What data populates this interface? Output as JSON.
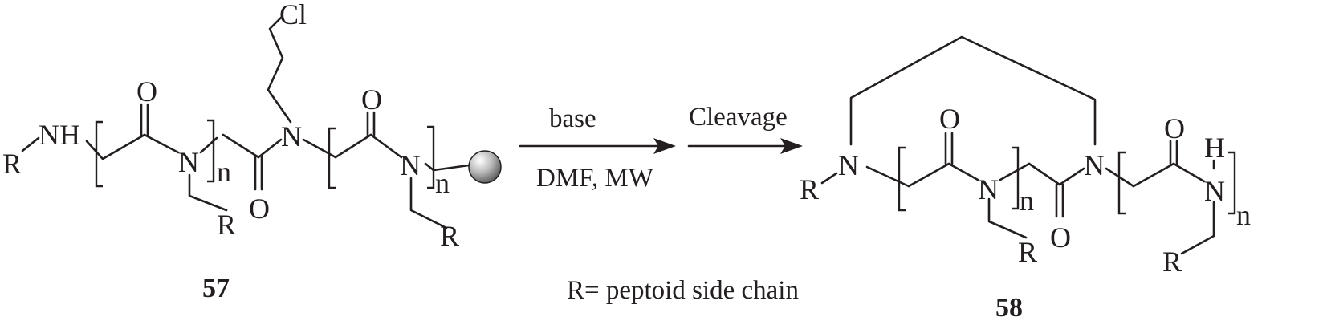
{
  "colors": {
    "ink": "#231f20",
    "bead": "#bdbdbd"
  },
  "left": {
    "R1": "R",
    "NH": "NH",
    "O1": "O",
    "N1": "N",
    "n1": "n",
    "R2": "R",
    "Cl": "Cl",
    "N2": "N",
    "O2": "O",
    "O3": "O",
    "N3": "N",
    "n2": "n",
    "R3": "R",
    "resin": "resin-bead"
  },
  "compound_left": "57",
  "arrow1": {
    "above": "base",
    "below": "DMF, MW"
  },
  "arrow2": {
    "above": "Cleavage"
  },
  "legend": "R= peptoid side chain",
  "right": {
    "R1": "R",
    "N1": "N",
    "O1": "O",
    "N2": "N",
    "n1": "n",
    "R2": "R",
    "O2": "O",
    "N3": "N",
    "O3": "O",
    "H": "H",
    "N4": "N",
    "n2": "n",
    "R3": "R"
  },
  "compound_right": "58"
}
